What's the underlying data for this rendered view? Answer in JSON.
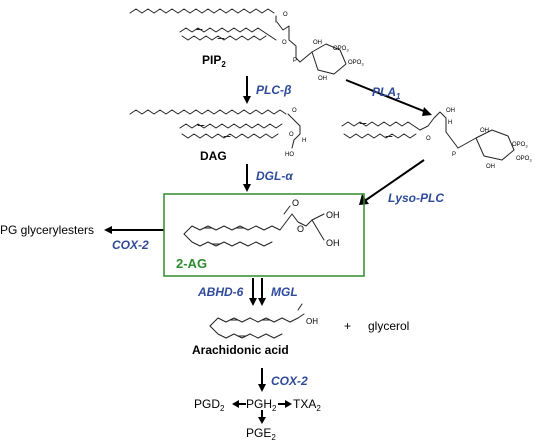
{
  "colors": {
    "enzyme": "#2E4A9A",
    "highlight": "#2E8B2E",
    "text": "#000000"
  },
  "compounds": {
    "pip2": {
      "base": "PIP",
      "sub": "2"
    },
    "dag": "DAG",
    "two_ag": "2-AG",
    "arachidonic_acid": "Arachidonic acid",
    "glycerol": "glycerol",
    "plus": "+",
    "pg_glycerylesters": "PG glycerylesters",
    "pgd2": {
      "base": "PGD",
      "sub": "2"
    },
    "pgh2": {
      "base": "PGH",
      "sub": "2"
    },
    "txa2": {
      "base": "TXA",
      "sub": "2"
    },
    "pge2": {
      "base": "PGE",
      "sub": "2"
    }
  },
  "enzymes": {
    "plc_beta": "PLC-β",
    "pla1": {
      "base": "PLA",
      "sub": "1"
    },
    "dgl_alpha": "DGL-α",
    "lyso_plc": "Lyso-PLC",
    "cox2_left": "COX-2",
    "abhd6": "ABHD-6",
    "mgl": "MGL",
    "cox2_bottom": "COX-2"
  },
  "atom_labels": {
    "oh": "OH",
    "o": "O",
    "p": "P",
    "h": "H",
    "ho": "HO",
    "opo3": "OPO",
    "opo3_sub": "3"
  }
}
